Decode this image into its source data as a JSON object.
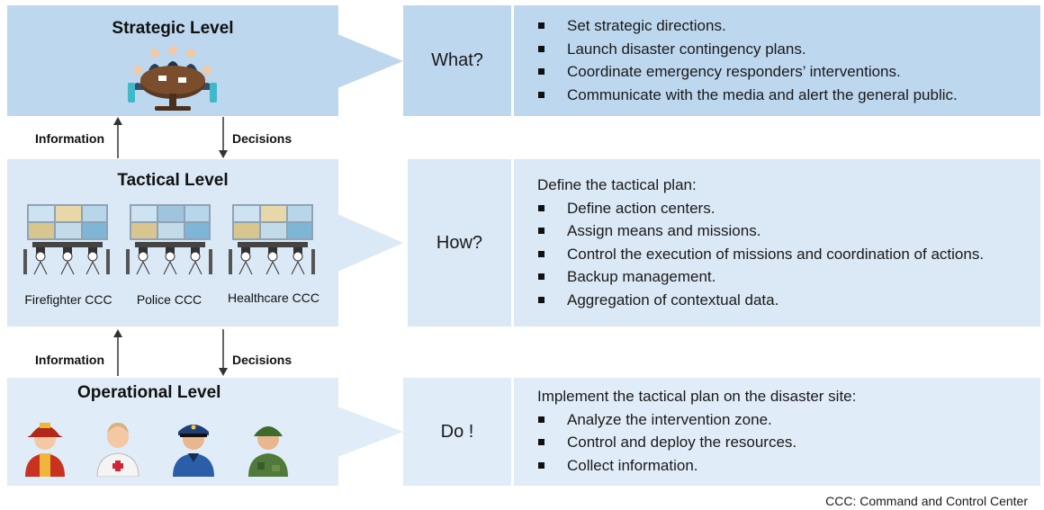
{
  "levels": {
    "strategic": {
      "title": "Strategic Level",
      "question": "What?"
    },
    "tactical": {
      "title": "Tactical Level",
      "question": "How?",
      "centers": [
        "Firefighter CCC",
        "Police CCC",
        "Healthcare CCC"
      ]
    },
    "operational": {
      "title": "Operational Level",
      "question": "Do !"
    }
  },
  "flows": {
    "up_label": "Information",
    "down_label": "Decisions"
  },
  "details": {
    "strategic": {
      "intro": "",
      "items": [
        "Set strategic directions.",
        "Launch disaster contingency plans.",
        "Coordinate emergency responders’ interventions.",
        "Communicate with the media and alert the general public."
      ]
    },
    "tactical": {
      "intro": "Define the tactical plan:",
      "items": [
        "Define action centers.",
        "Assign means and missions.",
        "Control the execution of missions and coordination of actions.",
        "Backup management.",
        "Aggregation of contextual data."
      ]
    },
    "operational": {
      "intro": "Implement the tactical plan on the disaster site:",
      "items": [
        "Analyze the intervention zone.",
        "Control and deploy the resources.",
        "Collect information."
      ]
    }
  },
  "footnote": "CCC: Command and Control Center",
  "colors": {
    "strategic": "#bcd7ee",
    "tactical": "#dbe8f5",
    "operational": "#e0ecf7",
    "divider": "#ffffff"
  }
}
